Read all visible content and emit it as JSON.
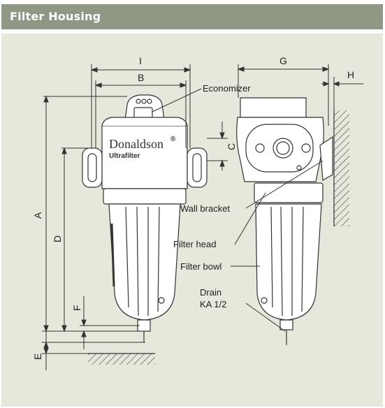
{
  "header": {
    "title": "Filter Housing"
  },
  "dimensions": {
    "I": "I",
    "B": "B",
    "G": "G",
    "H": "H",
    "C": "C",
    "A": "A",
    "D": "D",
    "F": "F",
    "E": "E"
  },
  "callouts": {
    "economizer": "Economizer",
    "wall_bracket": "Wall bracket",
    "filter_head": "Filter head",
    "filter_bowl": "Filter bowl",
    "drain": "Drain",
    "drain_size": "KA 1/2"
  },
  "branding": {
    "name": "Donaldson",
    "registered": "®",
    "product": "Ultrafilter"
  },
  "colors": {
    "header_bg": "#8f9785",
    "panel_bg": "#e5e8da",
    "line": "#333333"
  }
}
